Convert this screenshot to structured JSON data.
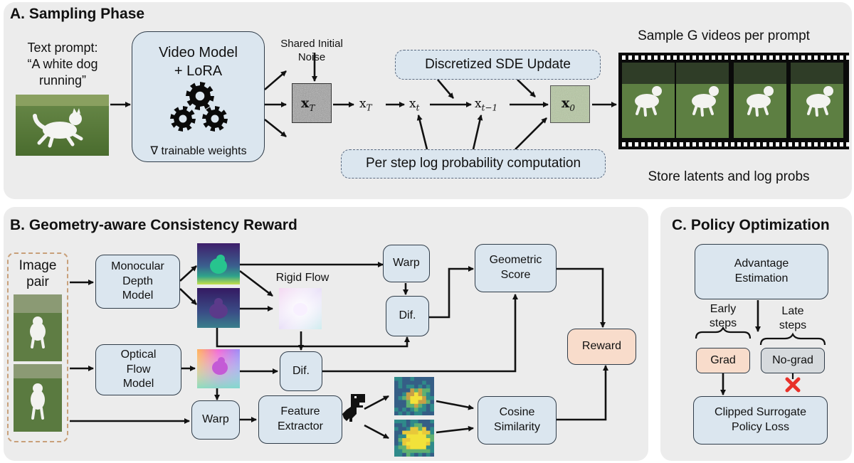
{
  "panels": {
    "a": {
      "title": "A. Sampling Phase",
      "prompt_label": "Text prompt:",
      "prompt_text_1": "“A white dog",
      "prompt_text_2": "running”",
      "video_model_1": "Video Model",
      "video_model_2": "+ LoRA",
      "trainable": "∇ trainable weights",
      "shared_noise_1": "Shared Initial",
      "shared_noise_2": "Noise",
      "sde_update": "Discretized SDE Update",
      "log_prob": "Per step log probability computation",
      "sample_g": "Sample G videos per prompt",
      "store": "Store latents and log probs",
      "math": {
        "xT_box": "x",
        "xT_box_sub": "T",
        "xT": "x",
        "xT_sub": "T",
        "xt": "x",
        "xt_sub": "t",
        "xt1": "x",
        "xt1_sub": "t−1",
        "x0": "x",
        "x0_sub": "0"
      }
    },
    "b": {
      "title": "B. Geometry-aware Consistency Reward",
      "image_pair_1": "Image",
      "image_pair_2": "pair",
      "depth_1": "Monocular",
      "depth_2": "Depth",
      "depth_3": "Model",
      "rigid_flow": "Rigid Flow",
      "warp_top": "Warp",
      "dif_top": "Dif.",
      "geo_1": "Geometric",
      "geo_2": "Score",
      "reward": "Reward",
      "flow_1": "Optical",
      "flow_2": "Flow",
      "flow_3": "Model",
      "dif_mid": "Dif.",
      "warp_bottom": "Warp",
      "feat_1": "Feature",
      "feat_2": "Extractor",
      "cos_1": "Cosine",
      "cos_2": "Similarity"
    },
    "c": {
      "title": "C. Policy Optimization",
      "advantage_1": "Advantage",
      "advantage_2": "Estimation",
      "early_1": "Early",
      "early_2": "steps",
      "late_1": "Late",
      "late_2": "steps",
      "grad": "Grad",
      "nograd": "No-grad",
      "clipped_1": "Clipped Surrogate",
      "clipped_2": "Policy Loss"
    }
  },
  "icons": {
    "gears": "gear-icon",
    "dino": "dinosaur-icon",
    "stop": "cross-icon"
  },
  "colors": {
    "panel_bg": "#ececec",
    "box_fill": "#dbe6ef",
    "reward_fill": "#f8dccb",
    "nograd_fill": "#d6dadd",
    "dashed_border": "#c8a07a",
    "cross": "#e8312a"
  }
}
